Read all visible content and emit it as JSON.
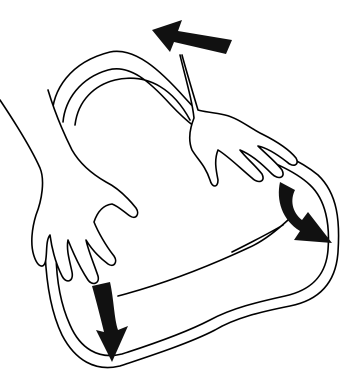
{
  "figure": {
    "subject": "seat-cushion",
    "colors": {
      "line": "#000000",
      "arrow": "#111111",
      "background": "#ffffff"
    },
    "arrows": [
      {
        "name": "upper-push-arrow",
        "direction": "up-left"
      },
      {
        "name": "right-curved-arrow",
        "direction": "down-right"
      },
      {
        "name": "left-curved-arrow",
        "direction": "down"
      }
    ]
  }
}
